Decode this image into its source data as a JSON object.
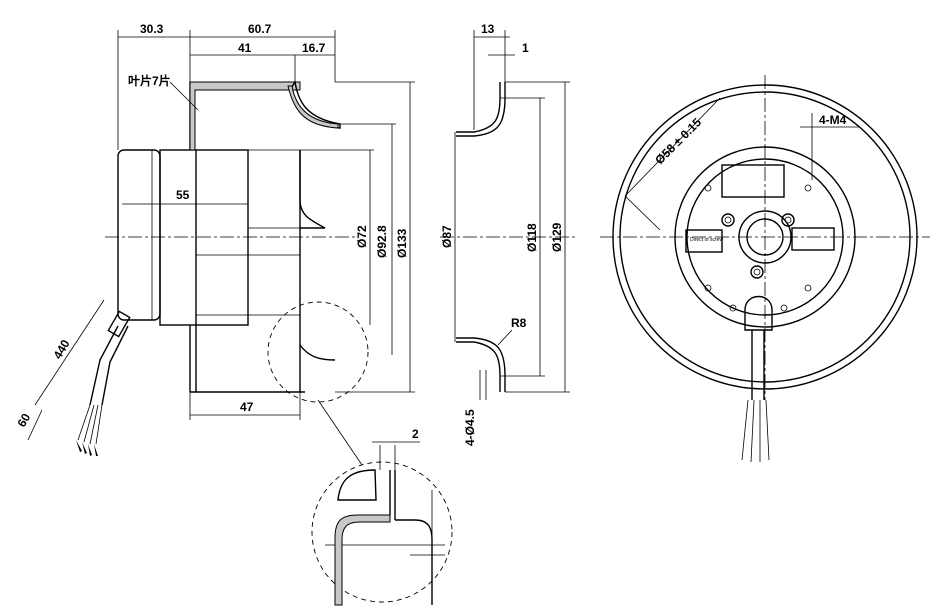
{
  "labels": {
    "blade_note": "叶片7片",
    "side": {
      "overall_width": "60.7",
      "motor_offset": "30.3",
      "wheel_depth": "41",
      "inlet_depth": "16.7",
      "motor_length": "55",
      "wheel_height": "47",
      "cable_length": "440",
      "strip_length": "60",
      "dia_hub": "Ø72",
      "dia_inner": "Ø92.8",
      "dia_outer": "Ø133"
    },
    "ring": {
      "depth": "13",
      "lip": "1",
      "dia_inlet": "Ø87",
      "dia_hole_pcd": "Ø118",
      "dia_flange": "Ø129",
      "radius": "R8",
      "holes": "4-Ø4.5"
    },
    "detail": {
      "gap": "2"
    },
    "front": {
      "pcd": "Ø58 ± 0.15",
      "thread": "4-M4",
      "rotation_note": "Direct of screw"
    }
  }
}
